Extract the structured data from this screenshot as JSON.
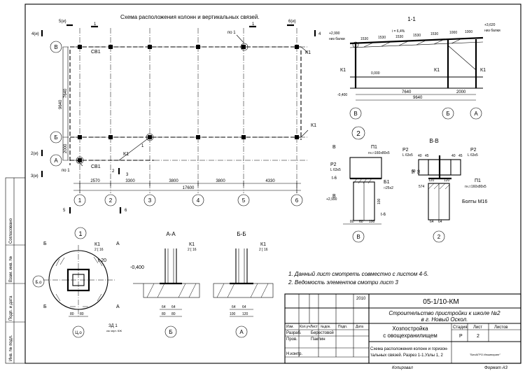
{
  "plan": {
    "title": "Схема расположения колонн и вертикальных связей.",
    "rows": [
      "В",
      "Б",
      "А"
    ],
    "cols": [
      "1",
      "2",
      "3",
      "4",
      "5",
      "6"
    ],
    "col_spans": [
      "2570",
      "3300",
      "3800",
      "3800",
      "4330"
    ],
    "total_length": "17600",
    "row_spans": [
      "7640",
      "2000"
    ],
    "row_total": "9640",
    "labels": {
      "sv1_top": "СВ1",
      "sv1_bottom": "СВ1",
      "k1_top": "К1",
      "k1_mid": "К1",
      "k1_low": "К1",
      "po1_top": "по 1",
      "po1_bottom": "по 1",
      "cut_left_top": "5(и)",
      "cut_right_top": "6(и)",
      "four_left": "4(и)",
      "four_right": "4",
      "two_left": "2(и)",
      "three_left": "3(и)",
      "one_top": "1",
      "one_right_top": "1",
      "one_mid": "1",
      "two_mark": "2",
      "three_mark": "3",
      "five_bottom": "5",
      "six_bottom": "6",
      "one_bottom": "1"
    }
  },
  "section_1_1": {
    "title": "1-1",
    "elev_left": "+2,990",
    "elev_left_note": "низ балки",
    "elev_right": "+3,620",
    "elev_right_note": "низ балки",
    "slope": "i = 6,4%",
    "top_dims": [
      "1530",
      "1530",
      "1530",
      "1530",
      "1530",
      "1000",
      "1000"
    ],
    "zero": "0,000",
    "minus": "-0,400",
    "dim_a": "7640",
    "dim_b": "2000",
    "dim_total": "9640",
    "col_labels": [
      "К1",
      "К1",
      "К1"
    ],
    "axes": [
      "В",
      "Б",
      "А"
    ]
  },
  "node_2": {
    "number": "2",
    "section": "В-В",
    "p1_a": "П1",
    "p1_a_note": "гн.□160х80х5",
    "p1_b": "П1",
    "p1_b_note": "гн.□160х80х5",
    "p2_a": "Р2",
    "p2_a_note": "L 63х5",
    "p2_b": "Р2",
    "p2_b_note": "L 63х5",
    "p2_c": "Р2",
    "p2_c_note": "L 63х5",
    "b1": "Б1",
    "b1_note": "□25х2",
    "t6_a": "t-6",
    "t6_b": "t-6",
    "bolts": "Болты М16",
    "elev": "+2,990",
    "dims_small": [
      "40",
      "45",
      "40",
      "45",
      "60",
      "120",
      "120",
      "574",
      "64",
      "64"
    ],
    "dims_bottom": [
      "80",
      "60",
      "100"
    ],
    "side_dims": [
      "100",
      "50",
      "50"
    ],
    "axes": [
      "В",
      "2"
    ],
    "cut_marks": [
      "В",
      "В"
    ]
  },
  "node_1": {
    "number": "1",
    "k1": "К1",
    "k1_note": "2 [ 16",
    "t20": "t-20",
    "zd": "ЗД 1",
    "zd_note": "см черт. КЖ",
    "axis_left": "Б.о",
    "axis_bottom": "Ц.о",
    "dims": [
      "80",
      "80"
    ],
    "cuts": [
      "Б",
      "Б",
      "А",
      "А"
    ]
  },
  "section_aa": {
    "title": "А-А",
    "k1": "К1",
    "k1_note": "2 [ 16",
    "elev": "-0,400",
    "dims": [
      "64",
      "64",
      "80",
      "80"
    ],
    "axis": "Б"
  },
  "section_bb": {
    "title": "Б-Б",
    "k1": "К1",
    "k1_note": "2 [ 16",
    "dims": [
      "64",
      "64",
      "100",
      "120"
    ],
    "axis": "А"
  },
  "notes": [
    "1. Данный лист смотреть совместно с листом 4-5.",
    "2. Ведомость элементов смотри лист 3"
  ],
  "stamp": {
    "code": "05-1/10-КМ",
    "project": "Строительство пристройки к школе №2",
    "city": "в г. Новый Оскол.",
    "object_1": "Хозпостройка",
    "object_2": "с овощехранилищем",
    "stage_h": "Стадия",
    "sheet_h": "Лист",
    "sheets_h": "Листов",
    "stage": "Р",
    "sheet": "2",
    "sheets": "",
    "drawing_1": "Схема расположения колонн и горизон-",
    "drawing_2": "тальных связей. Разрез 1-1.Узлы 1, 2",
    "role_dev": "Разраб.",
    "name_dev": "Берестовой",
    "role_check": "Пров.",
    "name_check": "Паклин",
    "role_nk": "Н.контр.",
    "col_izm": "Изм.",
    "col_kol": "Кол.уч",
    "col_list": "Лист",
    "col_doc": "№док.",
    "col_sign": "Подп.",
    "col_date": "Дата",
    "year": "2010",
    "org": "\"БелАГРО Инжиниринг\"",
    "copied": "Копировал",
    "format": "Формат  А3"
  },
  "side_table": {
    "agreed": "Согласовано",
    "inv_sub": "Взам. инв. №",
    "sign_date": "Подп. и дата",
    "inv_orig": "Инв. № подл."
  }
}
